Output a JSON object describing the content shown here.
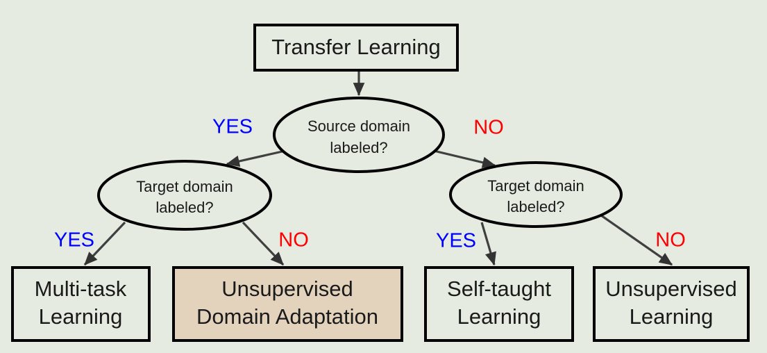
{
  "diagram": {
    "title_node": {
      "id": "transfer-learning",
      "label": "Transfer Learning"
    },
    "decisions": [
      {
        "id": "source-domain-labeled",
        "line1": "Source domain",
        "line2": "labeled?"
      },
      {
        "id": "target-domain-labeled-left",
        "line1": "Target domain",
        "line2": "labeled?"
      },
      {
        "id": "target-domain-labeled-right",
        "line1": "Target domain",
        "line2": "labeled?"
      }
    ],
    "leaves": [
      {
        "id": "multi-task-learning",
        "line1": "Multi-task",
        "line2": "Learning",
        "highlighted": false
      },
      {
        "id": "unsupervised-domain-adaptation",
        "line1": "Unsupervised",
        "line2": "Domain Adaptation",
        "highlighted": true
      },
      {
        "id": "self-taught-learning",
        "line1": "Self-taught",
        "line2": "Learning",
        "highlighted": false
      },
      {
        "id": "unsupervised-learning",
        "line1": "Unsupervised",
        "line2": "Learning",
        "highlighted": false
      }
    ],
    "edge_labels": {
      "root_yes": "YES",
      "root_no": "NO",
      "left_yes": "YES",
      "left_no": "NO",
      "right_yes": "YES",
      "right_no": "NO"
    },
    "colors": {
      "background": "#e6ebe1",
      "node_fill": "#e6ebe1",
      "highlight_fill": "#e3d3bd",
      "stroke": "#000000",
      "edge": "#404040",
      "yes": "#0000ff",
      "no": "#ff0000",
      "text": "#1a1a1a"
    }
  }
}
